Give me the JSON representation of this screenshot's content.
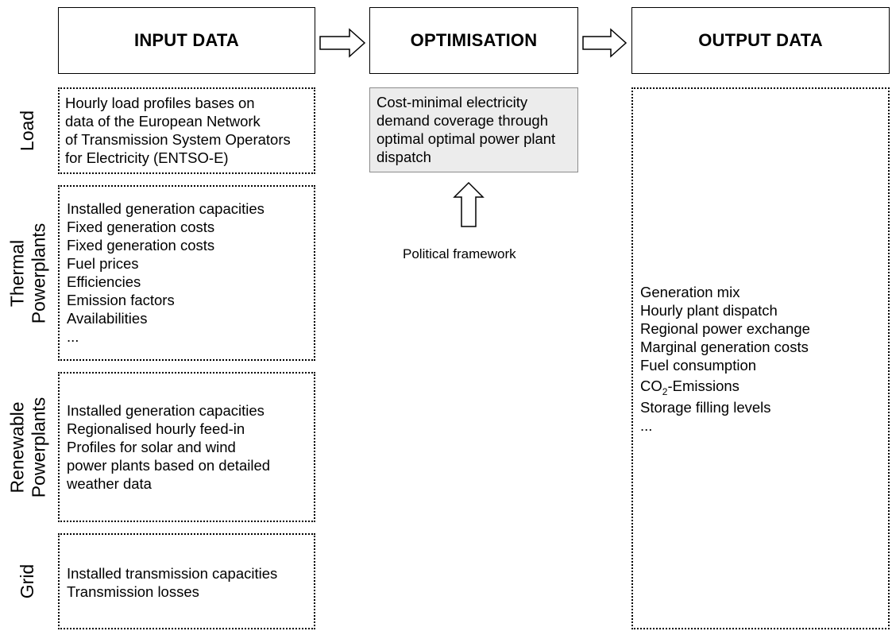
{
  "headers": {
    "input": "INPUT DATA",
    "optimisation": "OPTIMISATION",
    "output": "OUTPUT DATA"
  },
  "input_sections": {
    "load": {
      "label": [
        "Load"
      ],
      "items": [
        "Hourly load profiles bases on",
        "data of the European Network",
        "of Transmission System Operators",
        "for Electricity (ENTSO-E)"
      ]
    },
    "thermal": {
      "label": [
        "Thermal",
        "Powerplants"
      ],
      "items": [
        "Installed generation capacities",
        "Fixed generation costs",
        "Fixed generation costs",
        "Fuel prices",
        "Efficiencies",
        "Emission factors",
        "Availabilities",
        "..."
      ]
    },
    "renewable": {
      "label": [
        "Renewable",
        "Powerplants"
      ],
      "items": [
        "Installed generation capacities",
        "Regionalised hourly feed-in",
        "Profiles for solar and wind",
        "power plants based on detailed",
        "weather data"
      ]
    },
    "grid": {
      "label": [
        "Grid"
      ],
      "items": [
        "Installed transmission capacities",
        "Transmission losses"
      ]
    }
  },
  "optimisation": {
    "items": [
      "Cost-minimal electricity",
      "demand coverage through",
      "optimal optimal power plant",
      "dispatch"
    ],
    "framework_label": "Political framework"
  },
  "output": {
    "items_before": [
      "Generation mix",
      "Hourly plant dispatch",
      "Regional power exchange",
      "Marginal generation costs",
      "Fuel consumption"
    ],
    "co2": {
      "prefix": "CO",
      "subscript": "2",
      "suffix": "-Emissions"
    },
    "items_after": [
      "Storage filling levels",
      "..."
    ]
  }
}
